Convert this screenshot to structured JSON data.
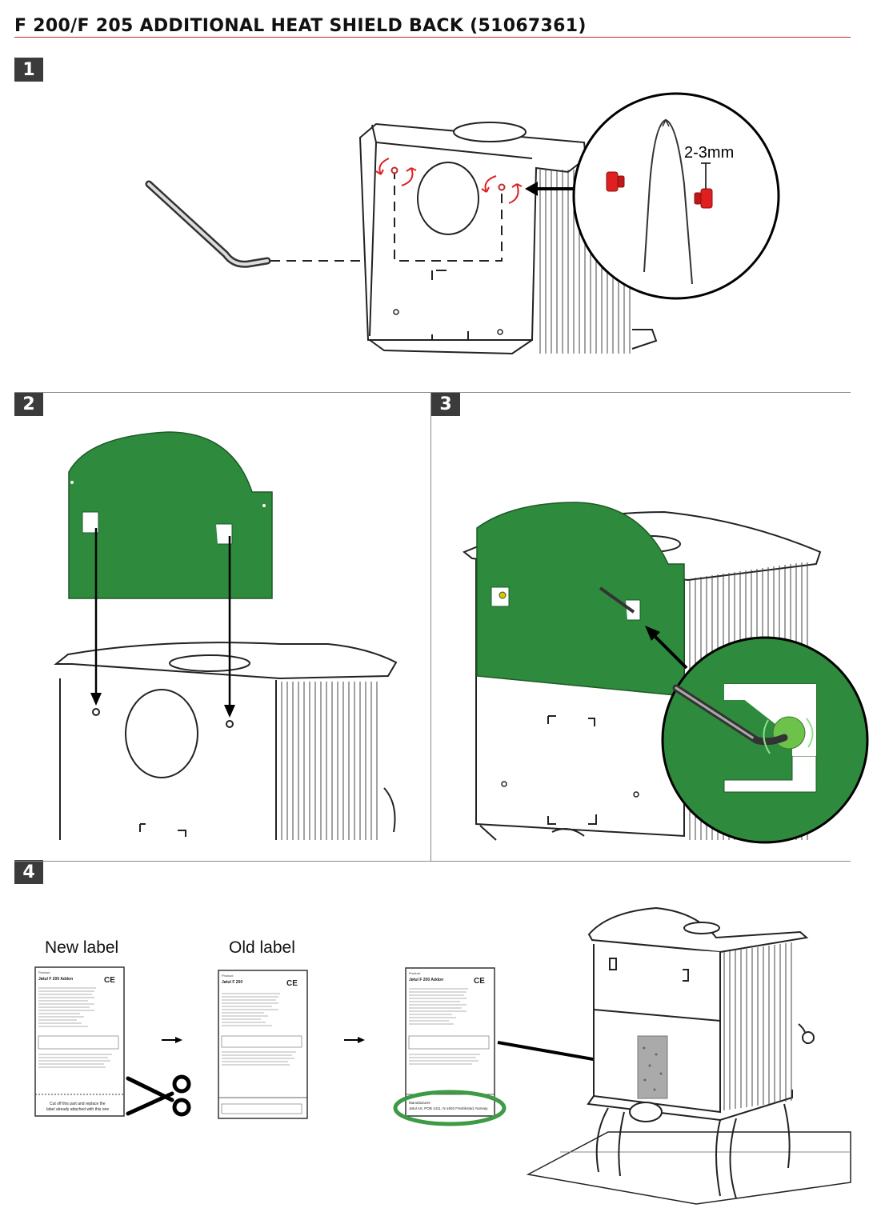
{
  "title": "F 200/F 205 ADDITIONAL HEAT SHIELD BACK (51067361)",
  "steps": [
    "1",
    "2",
    "3",
    "4"
  ],
  "step1": {
    "gap_label": "2-3mm"
  },
  "step4": {
    "new_label_heading": "New label",
    "old_label_heading": "Old label",
    "new_label": {
      "product": "Product:",
      "name": "Jøtul F 200 Addon",
      "cut_text_1": "Cut off this part and replace the",
      "cut_text_2": "label already attached with this one"
    },
    "old_label": {
      "product": "Product:",
      "name": "Jøtul F 200"
    },
    "final_label": {
      "product": "Product:",
      "name": "Jøtul F 200 Addon",
      "manufacturer": "Manufacturer:",
      "address": "Jøtul AS, POB 1411, N-1602 Fredrikstad, Norway"
    }
  },
  "colors": {
    "accent_red": "#c0282d",
    "shield_green": "#2e8a3c",
    "fastener_red": "#e02020",
    "circle_highlight": "#3d9a45"
  }
}
